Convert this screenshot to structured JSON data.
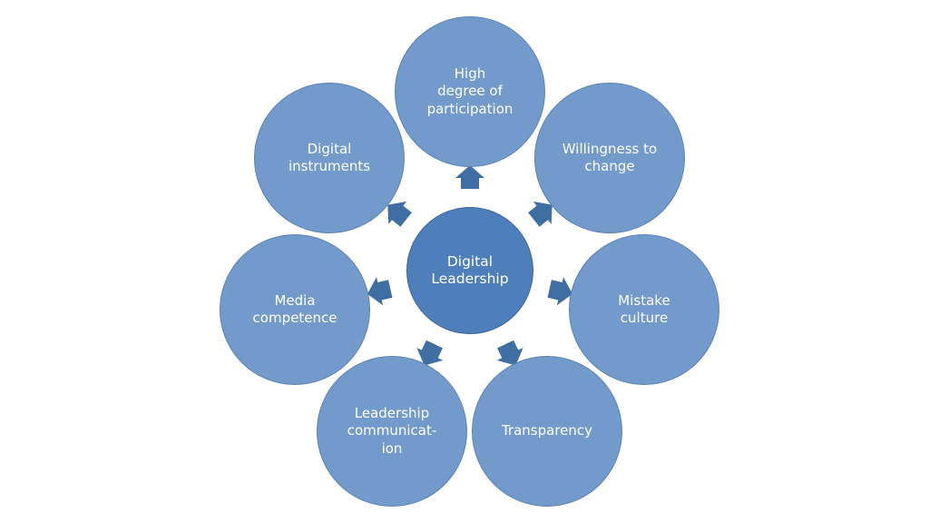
{
  "diagram": {
    "center": {
      "label": "Digital\nLeadership"
    },
    "nodes": [
      {
        "id": "participation",
        "label": "High\ndegree of\nparticipation"
      },
      {
        "id": "willingness",
        "label": "Willingness to\nchange"
      },
      {
        "id": "mistake",
        "label": "Mistake\nculture"
      },
      {
        "id": "transparency",
        "label": "Transparency"
      },
      {
        "id": "communication",
        "label": "Leadership\ncommunicat-\nion"
      },
      {
        "id": "media",
        "label": "Media\ncompetence"
      },
      {
        "id": "instruments",
        "label": "Digital\ninstruments"
      }
    ],
    "colors": {
      "outer_fill": "#729acb",
      "outer_stroke": "#5b82b5",
      "center_fill": "#4f7fbb",
      "arrow_fill": "#3f6ea3",
      "text": "#ffffff"
    }
  }
}
